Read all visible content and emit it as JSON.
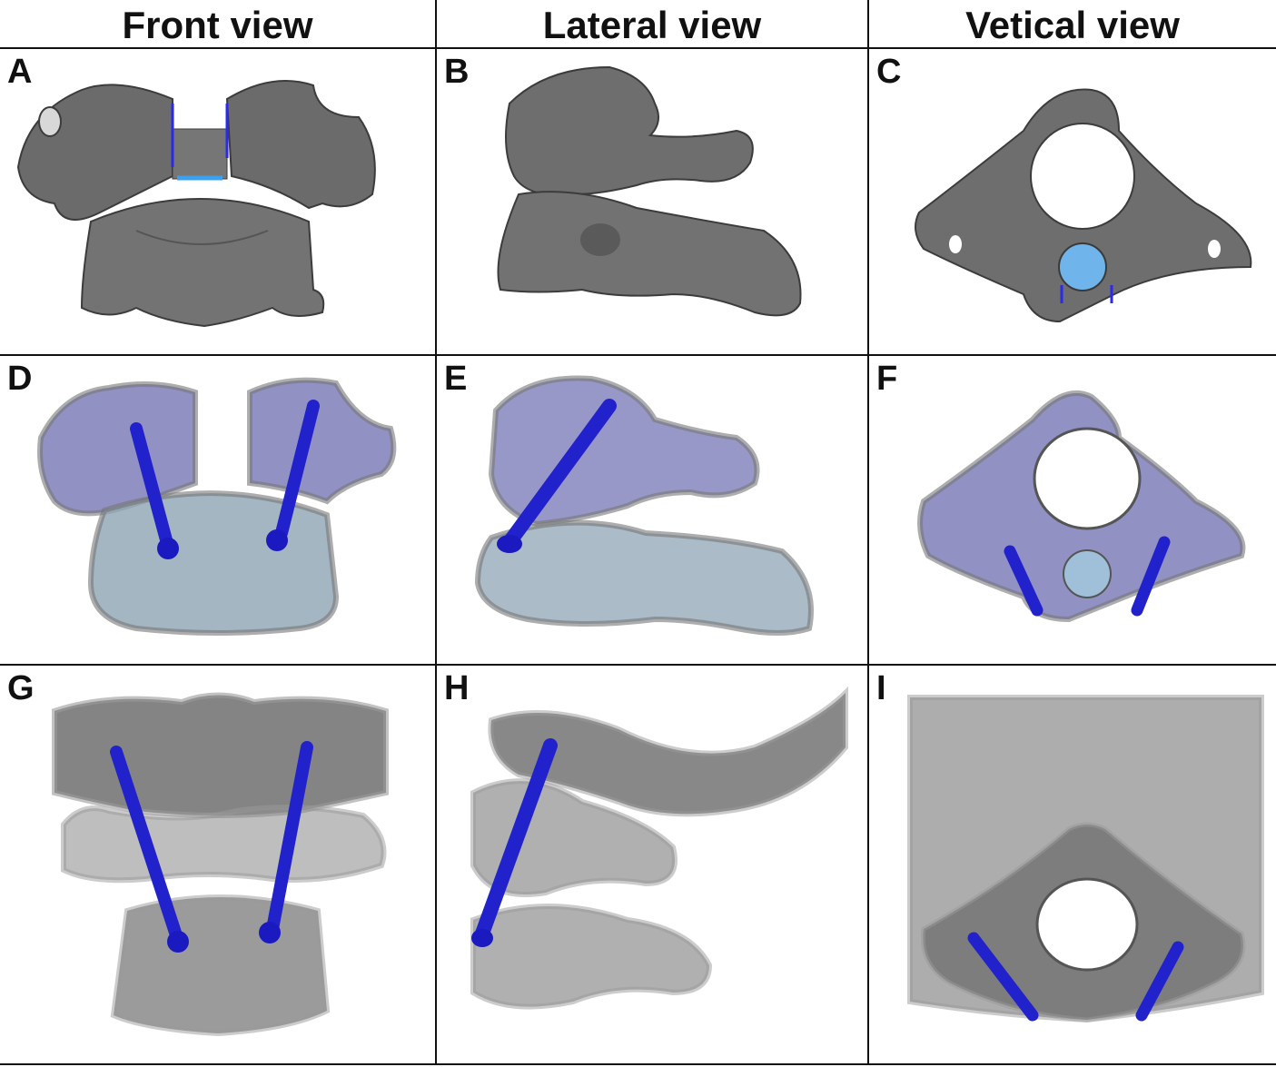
{
  "headers": [
    "Front view",
    "Lateral view",
    "Vetical view"
  ],
  "panels": [
    "A",
    "B",
    "C",
    "D",
    "E",
    "F",
    "G",
    "H",
    "I"
  ]
}
